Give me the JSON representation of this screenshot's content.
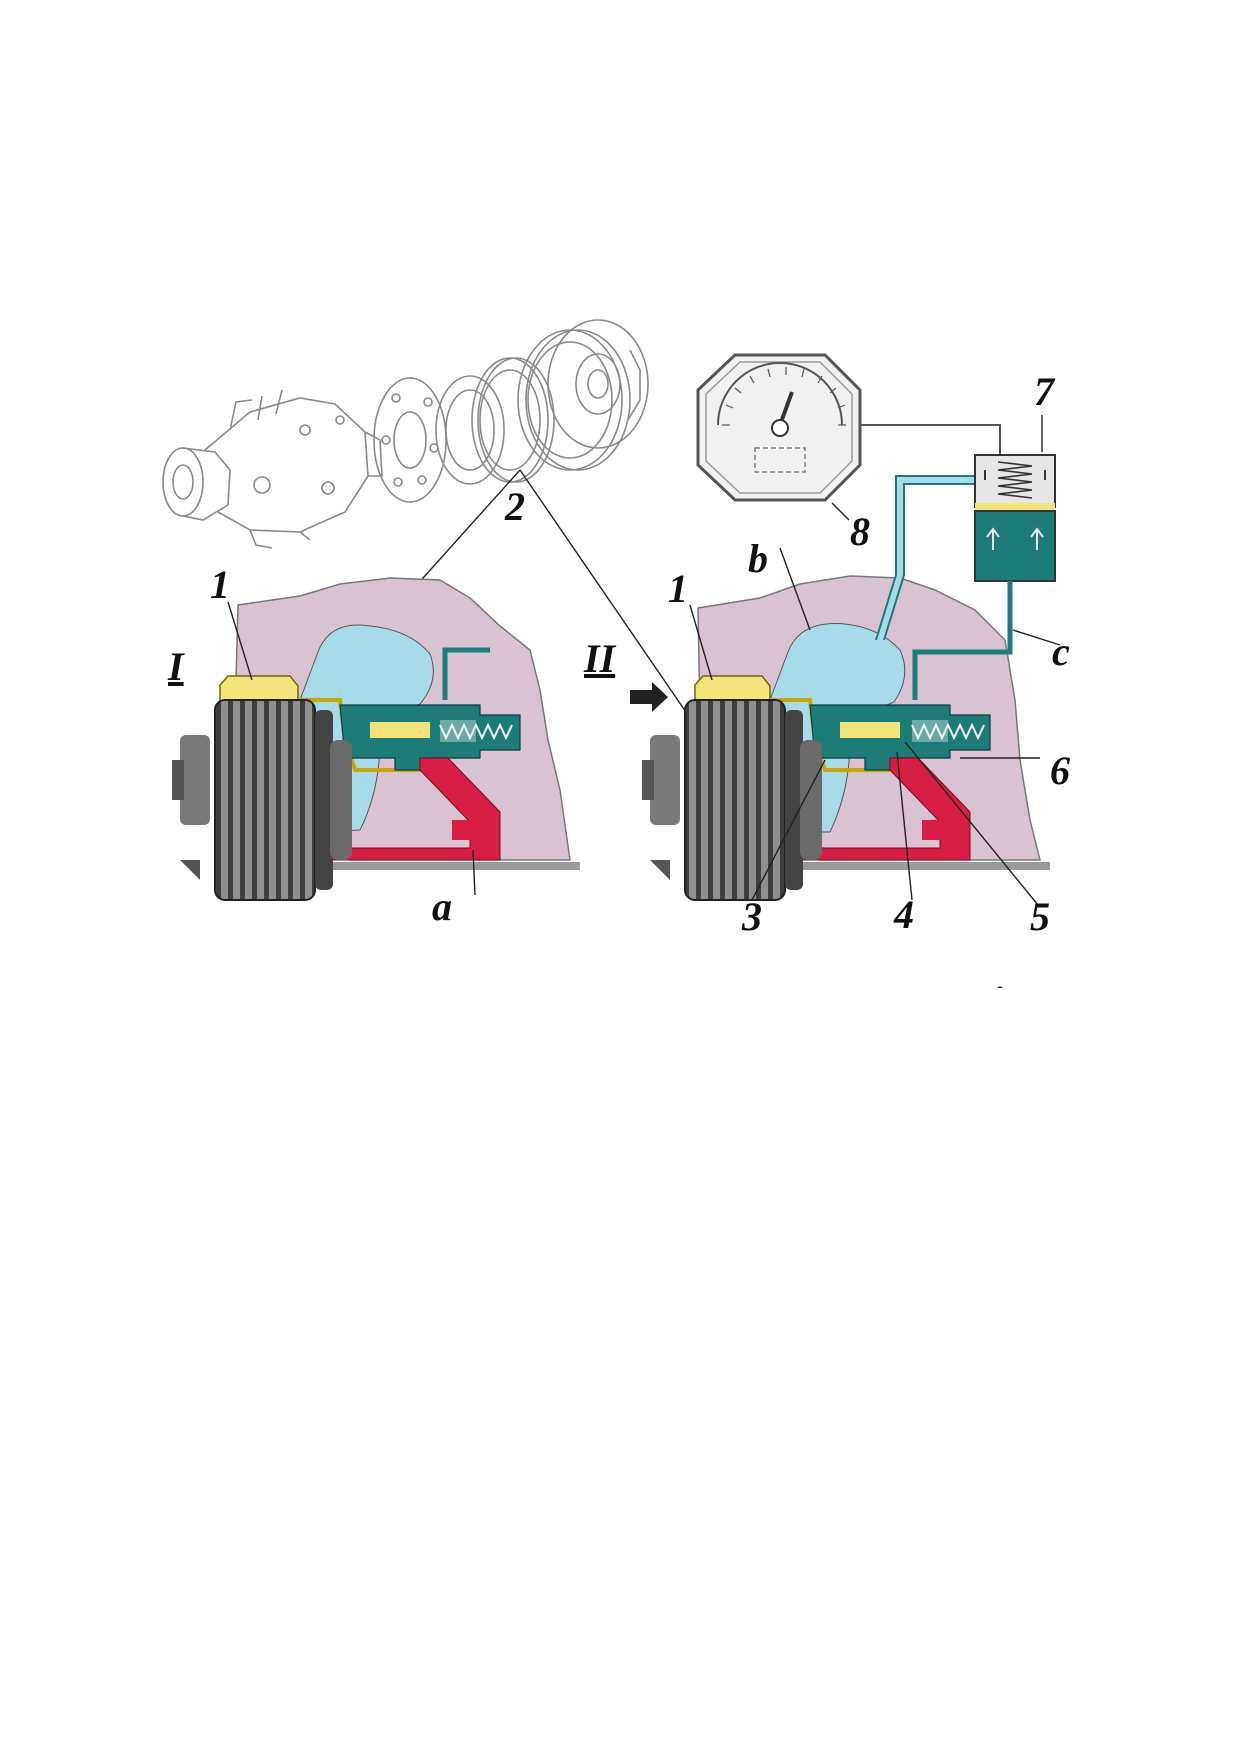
{
  "figure": {
    "section_I": "I",
    "section_II": "II",
    "labels": {
      "l1_left": "1",
      "l1_right": "1",
      "l2": "2",
      "l3": "3",
      "l4": "4",
      "l5": "5",
      "l6": "6",
      "l7": "7",
      "l8": "8",
      "la": "a",
      "lb": "b",
      "lc": "c"
    },
    "stray_mark": "-"
  },
  "colors": {
    "housing": "#d9c3d3",
    "oil": "#a8dbe9",
    "piston": "#f3e37b",
    "valve": "#1d7b78",
    "channel": "#d81e44",
    "drum": "#4a4a4a",
    "gauge_face": "#f1f1f1"
  }
}
